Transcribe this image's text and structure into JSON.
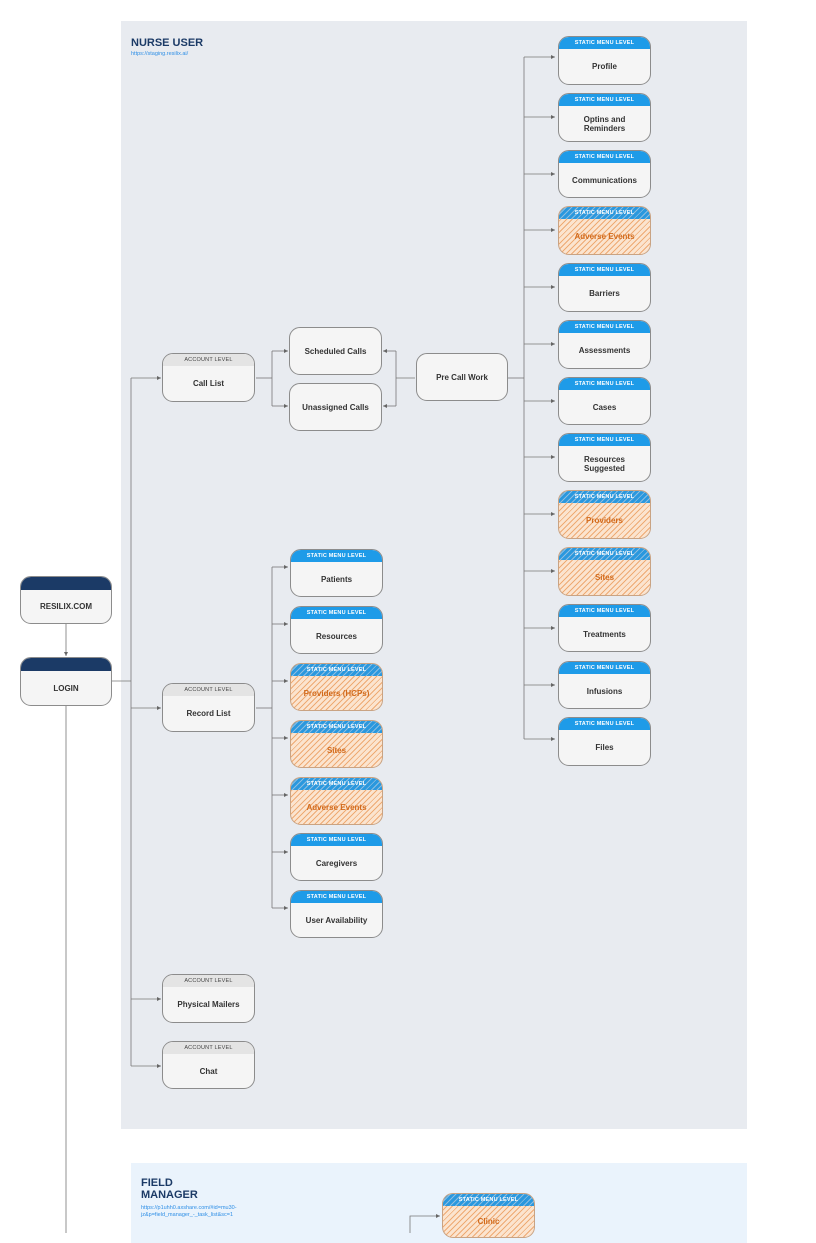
{
  "sections": {
    "nurse": {
      "title": "NURSE USER",
      "url": "https://staging.resilix.ai/"
    },
    "field": {
      "title": "FIELD MANAGER",
      "url": "https://p1uhh0.axshare.com/#id=mu30-jz&p=field_manager_-_task_list&sc=1"
    }
  },
  "band_labels": {
    "account": "ACCOUNT LEVEL",
    "static": "STATIC MENU LEVEL"
  },
  "colors": {
    "navy": "#1b3a66",
    "static_blue": "#1e9be8",
    "pending_orange": "#eeaa73",
    "panel_gray": "#e8ebf0"
  },
  "nodes": {
    "resilix": "RESILIX.COM",
    "login": "LOGIN",
    "call_list": "Call List",
    "record_list": "Record List",
    "physical_mailers": "Physical Mailers",
    "chat": "Chat",
    "scheduled_calls": "Scheduled Calls",
    "unassigned_calls": "Unassigned Calls",
    "pre_call_work": "Pre Call Work",
    "patients": "Patients",
    "resources": "Resources",
    "providers_hcps": "Providers (HCPs)",
    "sites_record": "Sites",
    "adverse_events_record": "Adverse Events",
    "caregivers": "Caregivers",
    "user_availability": "User Availability",
    "profile": "Profile",
    "optins": "Optins and Reminders",
    "communications": "Communications",
    "adverse_events": "Adverse Events",
    "barriers": "Barriers",
    "assessments": "Assessments",
    "cases": "Cases",
    "resources_suggested": "Resources Suggested",
    "providers": "Providers",
    "sites": "Sites",
    "treatments": "Treatments",
    "infusions": "Infusions",
    "files": "Files",
    "clinic": "Clinic"
  }
}
